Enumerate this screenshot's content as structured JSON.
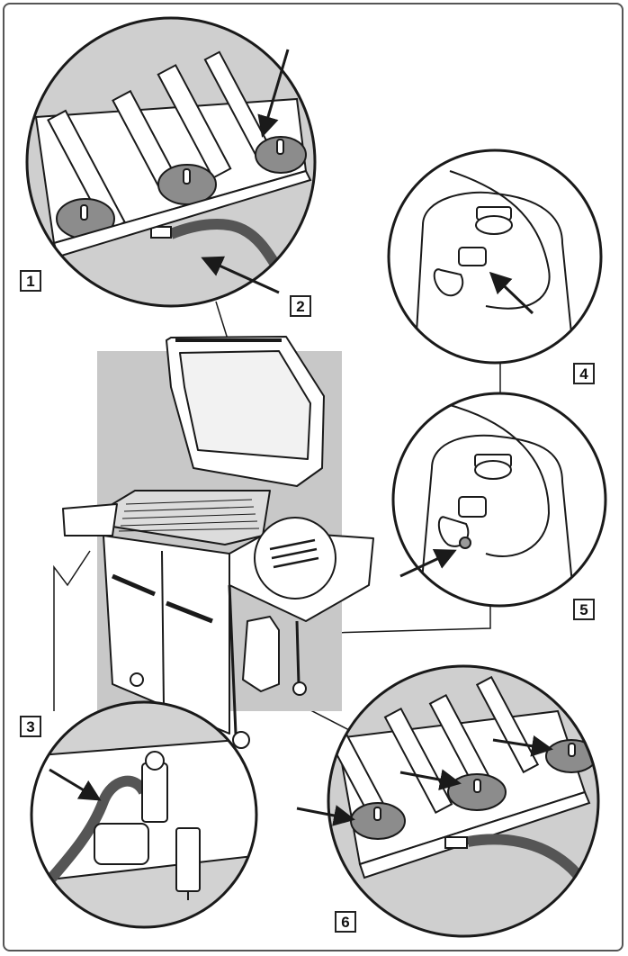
{
  "steps": [
    {
      "id": "1",
      "label": "1"
    },
    {
      "id": "2",
      "label": "2"
    },
    {
      "id": "3",
      "label": "3"
    },
    {
      "id": "4",
      "label": "4"
    },
    {
      "id": "5",
      "label": "5"
    },
    {
      "id": "6",
      "label": "6"
    }
  ],
  "colors": {
    "outline": "#1a1a1a",
    "shade": "#c8c8c8",
    "burner_dish": "#8c8c8c",
    "hose": "#6e6e6e",
    "background": "#ffffff"
  }
}
